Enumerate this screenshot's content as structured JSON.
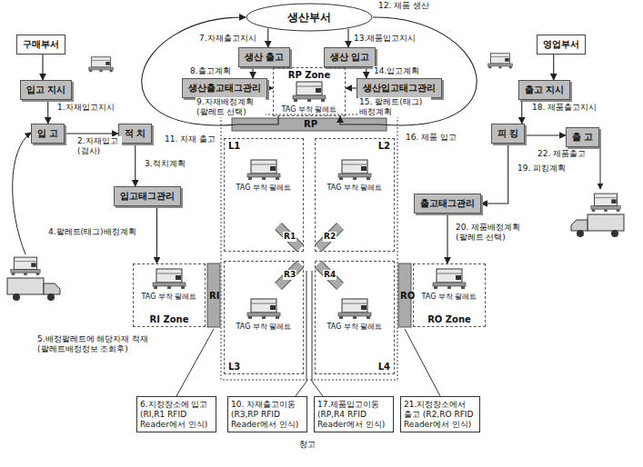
{
  "diagram": {
    "nodes": [
      {
        "text": [
          "생산부서"
        ]
      },
      {
        "text": [
          "구매부서"
        ]
      },
      {
        "text": [
          "입고 지시"
        ]
      },
      {
        "text": [
          "입 고"
        ]
      },
      {
        "text": [
          "적 치"
        ]
      },
      {
        "text": [
          "입고태그관리"
        ]
      },
      {
        "text": [
          "생산 출고"
        ]
      },
      {
        "text": [
          "생산 입고"
        ]
      },
      {
        "text": [
          "생산출고태그관리"
        ]
      },
      {
        "text": [
          "생산입고태그관리"
        ]
      },
      {
        "text": [
          "RP Zone",
          "TAG 부착 팔레트"
        ]
      },
      {
        "text": [
          "영업부서"
        ]
      },
      {
        "text": [
          "출고 지시"
        ]
      },
      {
        "text": [
          "피 킹"
        ]
      },
      {
        "text": [
          "출고태그관리"
        ]
      },
      {
        "text": [
          "출 고"
        ]
      },
      {
        "text": [
          "RI Zone",
          "TAG 부착 팔레트"
        ]
      },
      {
        "text": [
          "L1",
          "TAG 부착 팔레트"
        ]
      },
      {
        "text": [
          "L2",
          "TAG 부착 팔레트"
        ]
      },
      {
        "text": [
          "L3",
          "TAG 부착 팔레트"
        ]
      },
      {
        "text": [
          "L4",
          "TAG 부착 팔레트"
        ]
      },
      {
        "text": [
          "RO Zone",
          "TAG 부착 팔레트"
        ]
      },
      {
        "text": [
          "6.지정장소에 입고 (RI,R1 RFID Reader에서 인식)"
        ]
      },
      {
        "text": [
          "10. 자재출고이동 (R3,RP RFID Reader에서 인식)"
        ]
      },
      {
        "text": [
          "17.제품입고이동 (RP,R4 RFID Reader에서 인식)"
        ]
      },
      {
        "text": [
          "21.지정장소에서 출고 (R2,RO RFID Reader에서 인식)"
        ]
      }
    ],
    "edges": [
      {
        "from": 1,
        "to": 2,
        "arrow": "to"
      },
      {
        "from": 2,
        "to": 3,
        "arrow": "to"
      },
      {
        "from": 3,
        "to": 4,
        "arrow": "to"
      },
      {
        "from": 4,
        "to": 5,
        "arrow": "to"
      },
      {
        "from": 5,
        "to": 16,
        "arrow": "to"
      },
      {
        "from": 0,
        "to": 6,
        "arrow": "to"
      },
      {
        "from": 0,
        "to": 7,
        "arrow": "to"
      },
      {
        "from": 6,
        "to": 8,
        "arrow": "to"
      },
      {
        "from": 7,
        "to": 9,
        "arrow": "to"
      },
      {
        "from": 8,
        "to": 10,
        "arrow": "to"
      },
      {
        "from": 9,
        "to": 10,
        "arrow": "to"
      },
      {
        "from": 10,
        "to": 0,
        "arrow": "to"
      },
      {
        "from": 0,
        "to": 10,
        "arrow": "to"
      },
      {
        "from": 11,
        "to": 12,
        "arrow": "to"
      },
      {
        "from": 12,
        "to": 13,
        "arrow": "to"
      },
      {
        "from": 13,
        "to": 14,
        "arrow": "to"
      },
      {
        "from": 13,
        "to": 15,
        "arrow": "to"
      },
      {
        "from": 14,
        "to": 21,
        "arrow": "to"
      }
    ],
    "labels": [
      "12. 제품 생산",
      "1.자재입고지시",
      "2.자재입고 (검사)",
      "3.적치계획",
      "4.팔레트(태그)배정계획",
      "5.배정팔레트에 해당자재 적재 (팔레트배정정보 조회후)",
      "7.자재출고지시",
      "8.출고계획",
      "9.자재배정계획 (팔레트 선택)",
      "11. 자재 출고",
      "13.제품입고지시",
      "14.입고계획",
      "15. 팔레트(태그) 배정계획",
      "16. 제품 입고",
      "18. 제품출고지시",
      "19. 피킹계획",
      "20. 제품배정계획 (팔레트 선택)",
      "22. 제품출고",
      "RP",
      "RI",
      "RO",
      "R1",
      "R2",
      "R3",
      "R4",
      "창고"
    ]
  }
}
